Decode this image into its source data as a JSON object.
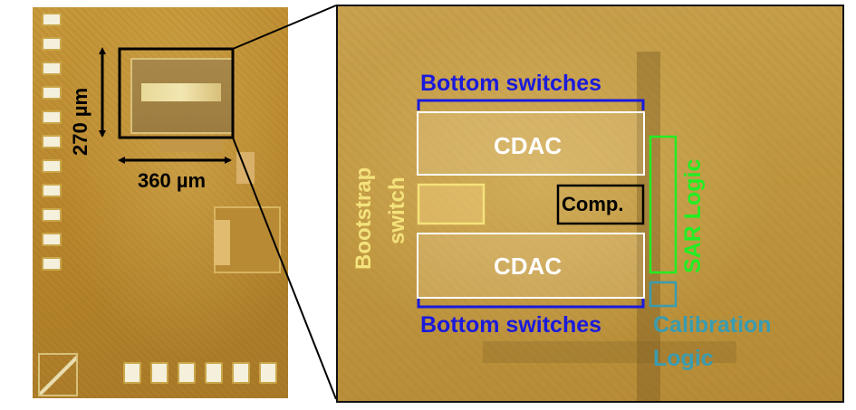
{
  "dimensions": {
    "height": "270 µm",
    "width": "360 µm"
  },
  "labels": {
    "bottom_switches_top": "Bottom switches",
    "bottom_switches_bottom": "Bottom switches",
    "cdac_top": "CDAC",
    "cdac_bottom": "CDAC",
    "comparator": "Comp.",
    "bootstrap": "Bootstrap",
    "switch": "switch",
    "sar_logic": "SAR Logic",
    "calibration": "Calibration",
    "logic": "Logic"
  },
  "colors": {
    "bottom_switches": "#1a1adc",
    "cdac": "#ffffff",
    "comparator": "#000000",
    "bootstrap": "#f4e27a",
    "sar_logic": "#22ee22",
    "calibration": "#3a9cb0"
  }
}
